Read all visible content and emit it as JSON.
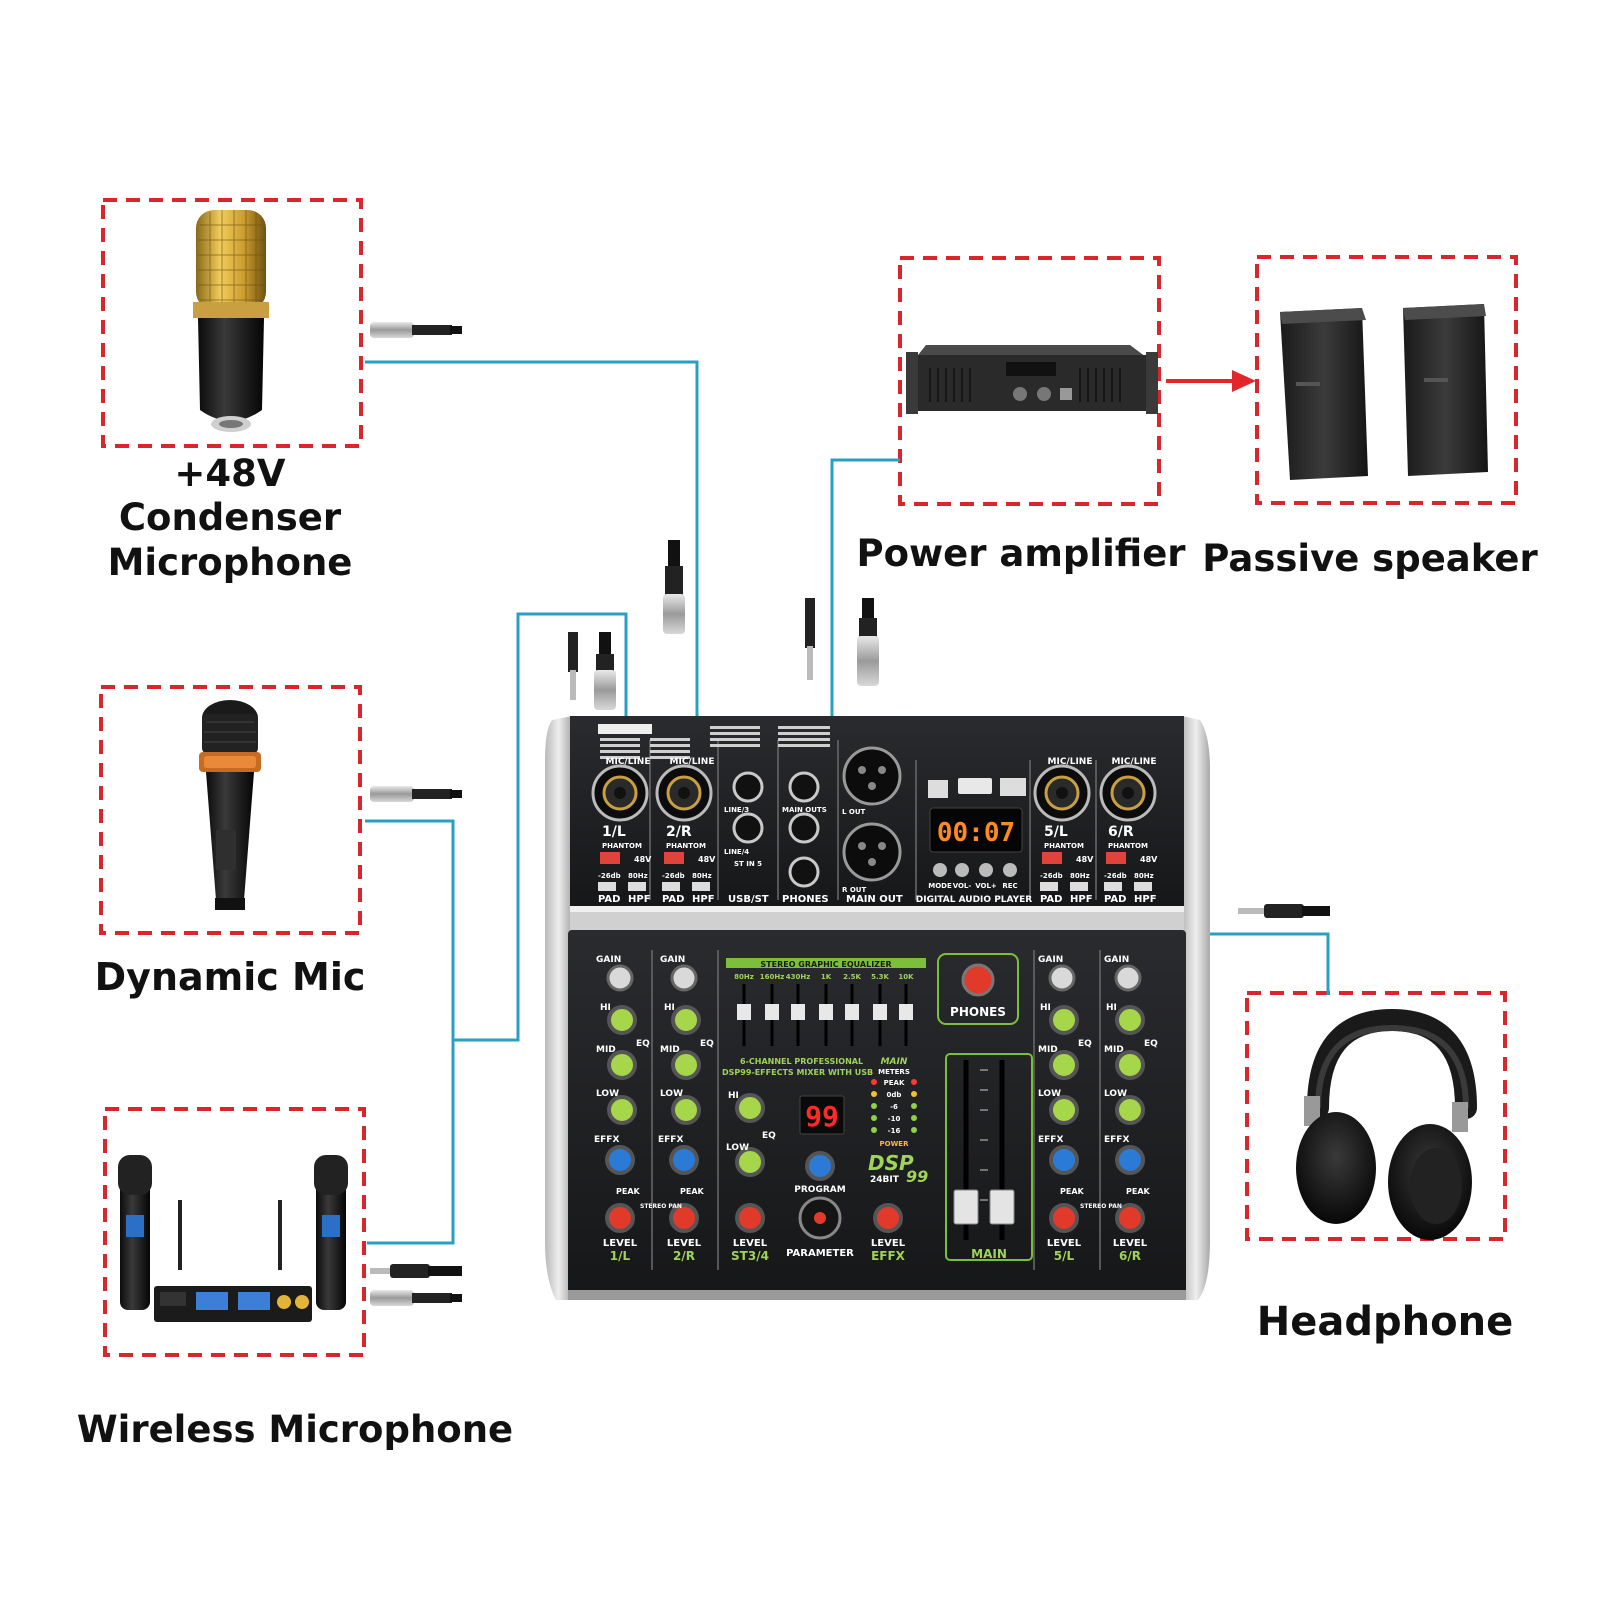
{
  "labels": {
    "condenser_line1": "+48V",
    "condenser_line2": "Condenser",
    "condenser_line3": "Microphone",
    "dynamic": "Dynamic Mic",
    "wireless": "Wireless Microphone",
    "amplifier": "Power amplifier",
    "speaker": "Passive speaker",
    "headphone": "Headphone"
  },
  "mixer": {
    "channels_top": [
      "1/L",
      "2/R",
      "5/L",
      "6/R"
    ],
    "jack_label": "MIC/LINE",
    "phantom": "PHANTOM",
    "v48": "48V",
    "pad": "PAD",
    "hpf": "HPF",
    "pad_value": "-26db",
    "hpf_value": "80Hz",
    "usb_st": "USB/ST",
    "phones_jack": "PHONES",
    "main_out": "MAIN OUT",
    "l_out": "L OUT",
    "r_out": "R OUT",
    "main_outs": "MAIN OUTS",
    "line3": "LINE/3",
    "line4": "LINE/4",
    "st_in": "ST IN 5",
    "display_time": "00:07",
    "player_buttons": [
      "MODE",
      "VOL-",
      "VOL+",
      "REC"
    ],
    "digital_player": "DIGITAL AUDIO PLAYER",
    "eq_title": "STEREO GRAPHIC EQUALIZER",
    "eq_bands": [
      "80Hz",
      "160Hz",
      "430Hz",
      "1K",
      "2.5K",
      "5.3K",
      "10K"
    ],
    "phones_knob": "PHONES",
    "brand_line1": "6-CHANNEL PROFESSIONAL",
    "brand_line2": "DSP99-EFFECTS MIXER WITH USB",
    "gain": "GAIN",
    "hi": "HI",
    "mid": "MID",
    "low": "LOW",
    "eq": "EQ",
    "effx": "EFFX",
    "peak": "PEAK",
    "level": "LEVEL",
    "stereo_pan": "STEREO PAN",
    "strip_names": [
      "1/L",
      "2/R",
      "ST3/4",
      "EFFX",
      "5/L",
      "6/R"
    ],
    "effect_number": "99",
    "program": "PROGRAM",
    "parameter": "PARAMETER",
    "dsp": "DSP",
    "dsp_bits": "24BIT",
    "dsp_num": "99",
    "main": "MAIN",
    "meters": "METERS",
    "power": "POWER",
    "meter_levels": [
      "PEAK",
      "0db",
      "-6",
      "-10",
      "-16"
    ]
  },
  "colors": {
    "frame": "#d9262c",
    "cable": "#2a9fc4",
    "arrow": "#e3262b",
    "panel": "#1e1f21",
    "knob_green": "#a6d64a",
    "knob_blue": "#2b7bd6",
    "knob_red": "#e23a2a",
    "display": "#ff8a1e"
  }
}
